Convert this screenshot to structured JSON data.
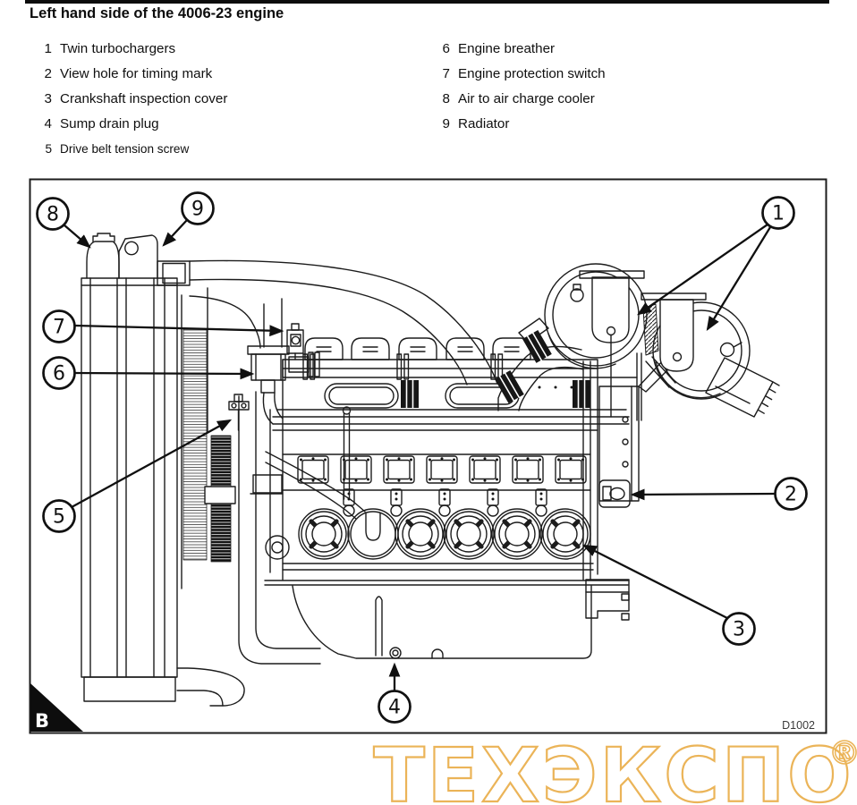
{
  "page": {
    "title": "Left hand side of the 4006-23 engine"
  },
  "legend": {
    "left": [
      {
        "num": "1",
        "label": "Twin turbochargers"
      },
      {
        "num": "2",
        "label": "View hole for timing mark"
      },
      {
        "num": "3",
        "label": "Crankshaft inspection cover"
      },
      {
        "num": "4",
        "label": "Sump drain plug"
      },
      {
        "num": "5",
        "label": "Drive belt tension screw"
      }
    ],
    "right": [
      {
        "num": "6",
        "label": "Engine breather"
      },
      {
        "num": "7",
        "label": "Engine protection switch"
      },
      {
        "num": "8",
        "label": "Air to air charge cooler"
      },
      {
        "num": "9",
        "label": "Radiator"
      }
    ]
  },
  "diagram": {
    "corner_label": "B",
    "figure_code": "D1002",
    "callouts": [
      "1",
      "2",
      "3",
      "4",
      "5",
      "6",
      "7",
      "8",
      "9"
    ]
  },
  "watermark": {
    "text": "ТЕХЭКСПО",
    "registered": "®",
    "color": "#EBB458"
  }
}
